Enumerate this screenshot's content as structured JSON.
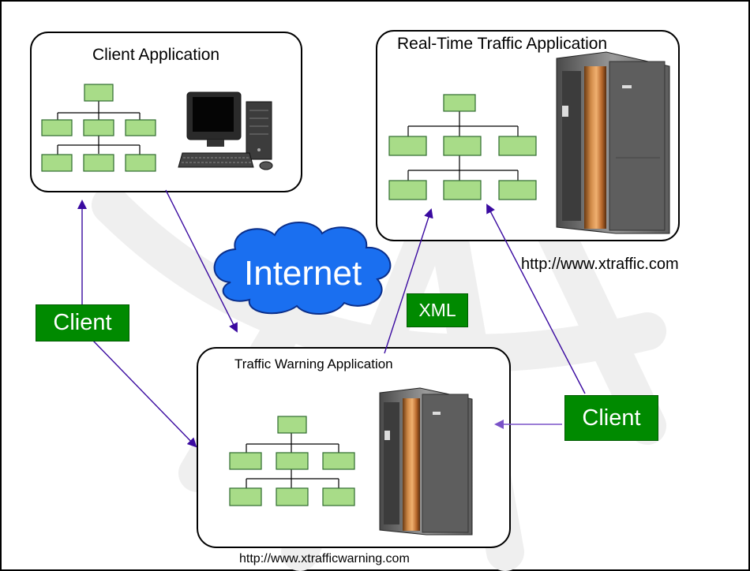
{
  "boxes": {
    "client_app": {
      "title": "Client Application"
    },
    "realtime_app": {
      "title": "Real-Time Traffic Application"
    },
    "warning_app": {
      "title": "Traffic Warning Application"
    }
  },
  "urls": {
    "xtraffic": "http://www.xtraffic.com",
    "xtrafficwarning": "http://www.xtrafficwarning.com"
  },
  "cloud": {
    "label": "Internet"
  },
  "tags": {
    "client_left": "Client",
    "client_right": "Client",
    "xml": "XML"
  },
  "colors": {
    "arrow": "#3a0aa0",
    "arrow_light": "#7a52c8",
    "node_fill": "#a8dc88",
    "node_stroke": "#2f6b2f",
    "tag_fill": "#008a00",
    "cloud_fill": "#1a6ff0",
    "watermark": "#efefef"
  },
  "icons": {
    "client_app": "desktop-computer-icon",
    "realtime_app": "mainframe-server-icon",
    "warning_app": "mainframe-server-icon"
  }
}
